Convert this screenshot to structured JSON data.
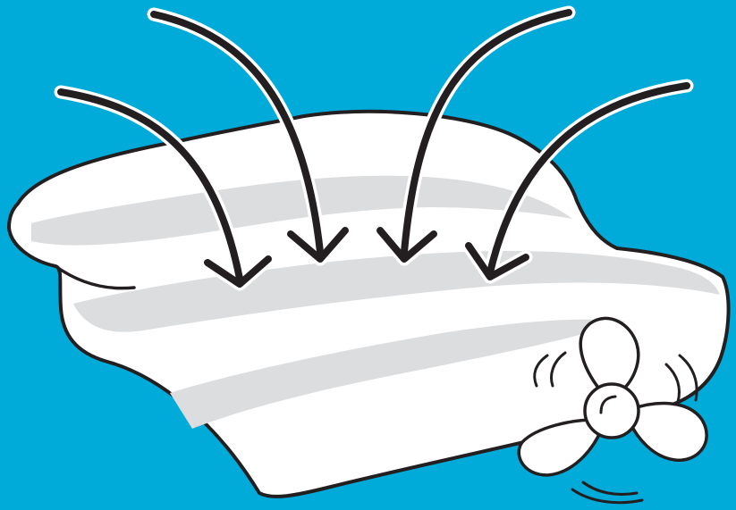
{
  "illustration": {
    "subject": "pillow-with-fan",
    "arrow_count": 4,
    "arrow_direction": "down-into-pillow",
    "fan_blades": 3
  },
  "colors": {
    "background": "#00ABD9",
    "pillow": "#FFFFFF",
    "pillow_shade": "#DCDDDF",
    "outline": "#231F20"
  }
}
